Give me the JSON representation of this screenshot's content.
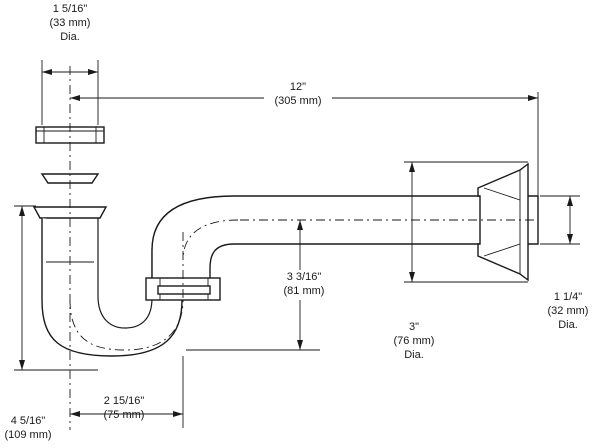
{
  "diagram": {
    "dim_tailpiece_dia": {
      "line1": "1 5/16\"",
      "line2": "(33 mm)",
      "line3": "Dia."
    },
    "dim_length": {
      "line1": "12\"",
      "line2": "(305 mm)"
    },
    "dim_center_height": {
      "line1": "3 3/16\"",
      "line2": "(81 mm)"
    },
    "dim_flange_dia": {
      "line1": "3\"",
      "line2": "(76 mm)",
      "line3": "Dia."
    },
    "dim_arm_dia": {
      "line1": "1 1/4\"",
      "line2": "(32 mm)",
      "line3": "Dia."
    },
    "dim_offset": {
      "line1": "2 15/16\"",
      "line2": "(75 mm)"
    },
    "dim_overall_height": {
      "line1": "4 5/16\"",
      "line2": "(109 mm)"
    }
  }
}
